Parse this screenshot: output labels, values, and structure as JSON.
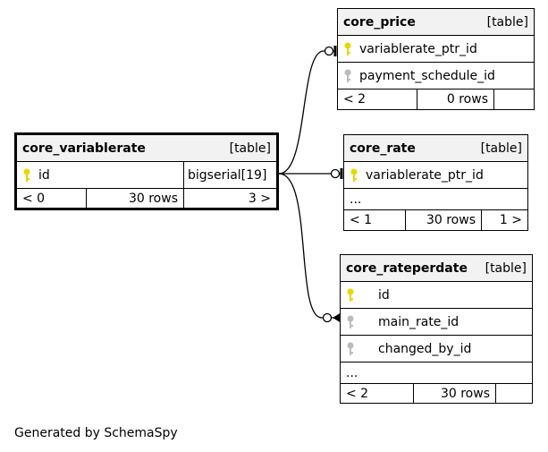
{
  "footer": "Generated by SchemaSpy",
  "tables": {
    "core_price": {
      "name": "core_price",
      "kind": "[table]",
      "columns": [
        "variablerate_ptr_id",
        "payment_schedule_id"
      ],
      "parents": "< 2",
      "rows": "0 rows",
      "children": ""
    },
    "core_variablerate": {
      "name": "core_variablerate",
      "kind": "[table]",
      "column": "id",
      "type": "bigserial[19]",
      "parents": "< 0",
      "rows": "30 rows",
      "children": "3 >"
    },
    "core_rate": {
      "name": "core_rate",
      "kind": "[table]",
      "column": "variablerate_ptr_id",
      "more": "...",
      "parents": "< 1",
      "rows": "30 rows",
      "children": "1 >"
    },
    "core_rateperdate": {
      "name": "core_rateperdate",
      "kind": "[table]",
      "columns": [
        "id",
        "main_rate_id",
        "changed_by_id"
      ],
      "more": "...",
      "parents": "< 2",
      "rows": "30 rows",
      "children": ""
    }
  },
  "colors": {
    "primary_key": "#e6d800",
    "foreign_key": "#bbbbbb",
    "header_bg": "#f2f2f2"
  }
}
